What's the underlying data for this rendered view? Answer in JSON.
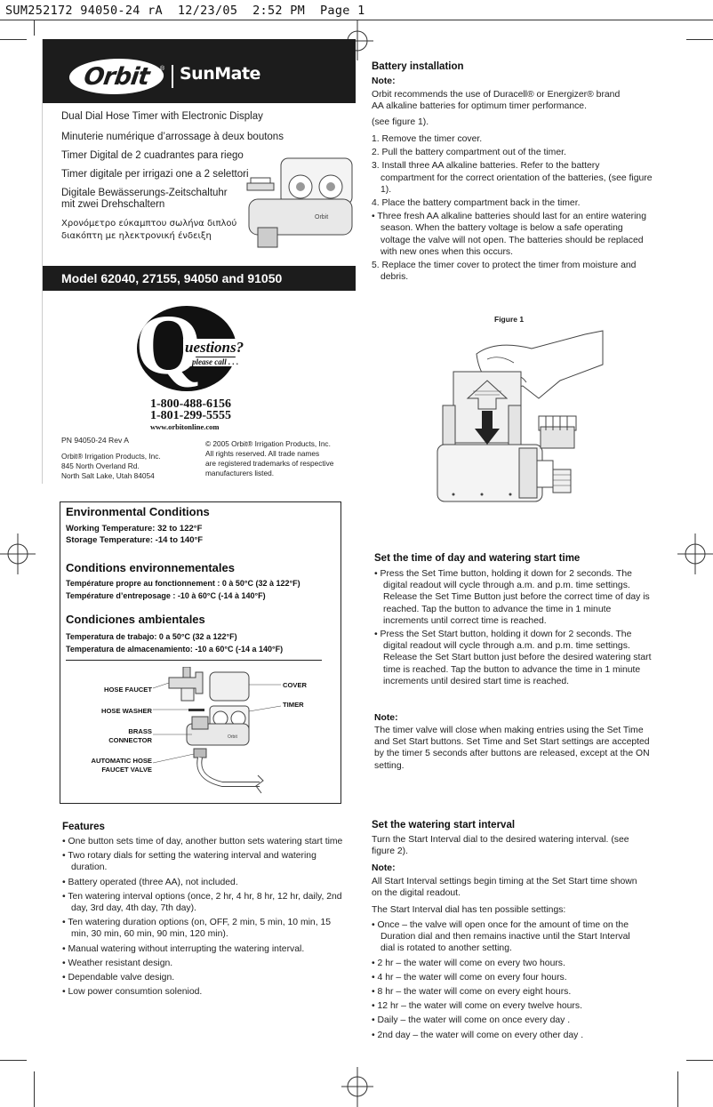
{
  "slug": "SUM252172 94050-24 rA  12/23/05  2:52 PM  Page 1",
  "logo": {
    "orbit": "Orbit",
    "sunmate": "SunMate"
  },
  "languages": [
    "Dual Dial Hose Timer with Electronic Display",
    "Minuterie numérique d’arrossage à deux boutons",
    "Timer Digital de 2 cuadrantes para riego",
    "Timer digitale per irrigazi one a 2 selettori",
    "Digitale Bewässerungs-Zeitschaltuhr",
    "mit zwei Drehschaltern",
    "Χρονόμετρο εύκαμπτου σωλήνα διπλού",
    "διακόπτη με ηλεκτρονική ένδειξη"
  ],
  "model": "Model 62040, 27155, 94050 and 91050",
  "questions": {
    "q": "Q",
    "word": "uestions?",
    "please": "please call . . .",
    "phone1": "1-800-488-6156",
    "phone2": "1-801-299-5555",
    "web": "www.orbitonline.com"
  },
  "company": {
    "pn": "PN 94050-24 Rev A",
    "lines": [
      "Orbit® Irrigation Products, Inc.",
      "845 North Overland Rd.",
      "North Salt Lake, Utah 84054"
    ],
    "copyright": [
      "© 2005 Orbit® Irrigation Products, Inc.",
      "All rights reserved. All trade names",
      "are registered trademarks of respective",
      "manufacturers listed."
    ]
  },
  "environment": {
    "en_title": "Environmental Conditions",
    "en_work": "Working Temperature: 32 to 122°F",
    "en_store": "Storage Temperature: -14 to 140°F",
    "fr_title": "Conditions environnementales",
    "fr_work": "Température propre au fonctionnement : 0 à 50°C (32 à 122°F)",
    "fr_store": "Température d’entreposage : -10 à 60°C (-14 à 140°F)",
    "es_title": "Condiciones ambientales",
    "es_work": "Temperatura de trabajo: 0 a 50°C (32 a 122°F)",
    "es_store": "Temperatura de almacenamiento: -10 a 60°C (-14 a 140°F)"
  },
  "diagram": {
    "hose_faucet": "HOSE FAUCET",
    "hose_washer": "HOSE WASHER",
    "brass1": "BRASS",
    "brass2": "CONNECTOR",
    "auto1": "AUTOMATIC HOSE",
    "auto2": "FAUCET VALVE",
    "cover": "COVER",
    "timer": "TIMER"
  },
  "battery": {
    "title": "Battery installation",
    "note": "Note:",
    "note_text": [
      "Orbit recommends the use of Duracell® or Energizer® brand",
      "AA alkaline batteries for optimum timer performance."
    ],
    "see": "(see figure 1).",
    "steps": [
      "1. Remove the timer cover.",
      "2. Pull the battery compartment out of the timer.",
      "3. Install three AA alkaline batteries. Refer to the battery compartment for the correct orientation of the batteries, (see figure 1).",
      "4. Place the battery compartment back in the timer.",
      "• Three fresh AA alkaline batteries should last for an entire watering season. When the battery voltage is below a safe operating voltage the valve will not open. The batteries should be replaced with new ones when this occurs.",
      "5. Replace the timer cover to protect the timer from moisture and debris."
    ],
    "figure": "Figure 1"
  },
  "set_time": {
    "title": "Set the time of day and watering start time",
    "bullets": [
      "• Press the Set Time button, holding it down for 2 seconds. The digital readout will cycle through a.m. and p.m. time settings. Release the Set Time Button just before the correct time of day is reached. Tap the button to advance the time in 1 minute increments until correct time is reached.",
      "• Press the Set Start button, holding it down for 2 seconds. The digital readout will cycle through a.m. and p.m. time settings. Release the Set Start button just before the desired watering start time is reached. Tap the button to advance the time in 1 minute increments until desired start time is reached."
    ],
    "note": "Note:",
    "note_text": "The timer valve will close when making entries using the Set Time and Set Start buttons. Set Time and Set Start settings are accepted by the timer 5 seconds after buttons are released, except at the ON setting."
  },
  "features": {
    "title": "Features",
    "items": [
      "• One button sets time of day, another button sets watering start time",
      "• Two rotary dials for setting the watering interval and watering duration.",
      "• Battery operated (three AA), not included.",
      "• Ten watering interval options (once, 2 hr, 4 hr, 8 hr, 12 hr, daily, 2nd day, 3rd day, 4th day, 7th day).",
      "• Ten watering duration options (on, OFF, 2 min, 5 min, 10 min, 15 min, 30 min, 60 min, 90 min, 120 min).",
      "• Manual watering without interrupting the watering interval.",
      "• Weather resistant design.",
      "• Dependable valve design.",
      "• Low power consumtion soleniod."
    ]
  },
  "interval": {
    "title": "Set the watering start interval",
    "intro": "Turn the Start Interval dial to the desired watering interval. (see figure 2).",
    "note": "Note:",
    "note_text": "All Start Interval settings begin timing at the Set Start time shown on the digital readout.",
    "dial_text": "The Start Interval dial has ten possible settings:",
    "items": [
      "• Once – the valve will open once for the amount of time on the Duration dial and then remains inactive until the Start Interval dial is rotated to another setting.",
      "• 2 hr – the water will come on every two hours.",
      "• 4 hr – the water will come on every four hours.",
      "• 8 hr – the water will come on every eight hours.",
      "• 12 hr – the water will come on every twelve hours.",
      "• Daily – the water will come on once every day .",
      "• 2nd day – the water will come on every other day ."
    ]
  }
}
